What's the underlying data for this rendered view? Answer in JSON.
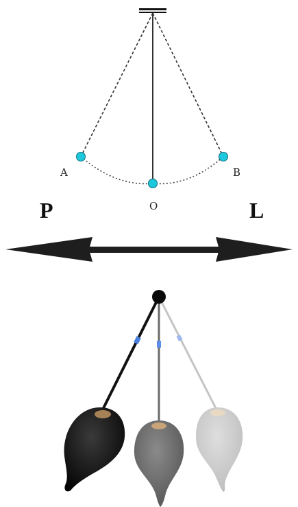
{
  "diagram": {
    "points": {
      "a": "A",
      "b": "B",
      "o": "O"
    },
    "directions": {
      "left": "P",
      "right": "L"
    },
    "colors": {
      "bob": "#1ec8dc",
      "line": "#333333",
      "arrow": "#1e1e1e",
      "pendulum_dark": "#111111",
      "pendulum_mid": "#6e6e6e",
      "pendulum_light": "#c9c9c9",
      "marker": "#4a7fe0"
    }
  }
}
